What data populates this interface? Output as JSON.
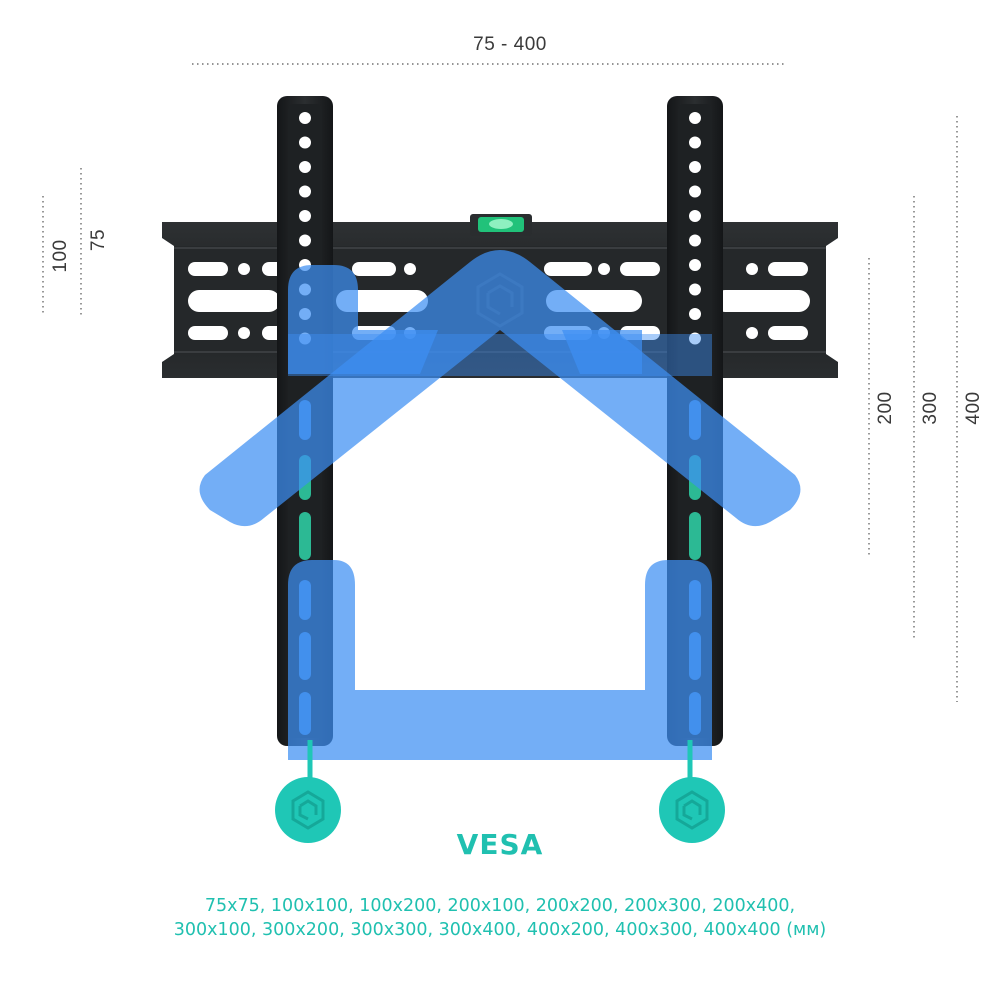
{
  "dimensions": {
    "top_width": "75 - 400",
    "left_inner": "75",
    "left_outer": "100",
    "right_a": "200",
    "right_b": "300",
    "right_c": "400"
  },
  "vesa": {
    "title": "VESA",
    "line1": "75x75, 100x100, 100x200, 200x100, 200x200, 200x300, 200x400,",
    "line2": "300x100, 300x200, 300x300, 300x400, 400x200, 400x300, 400x400 (мм)"
  },
  "colors": {
    "accent": "#1fc7b6",
    "blue_overlay": "#3d8ff2",
    "bracket": "#232628",
    "dim_text": "#3a3a3a",
    "vesa_text": "#20c0b0"
  },
  "icons": {
    "bracket": "tv-wall-mount-bracket-icon",
    "logo": "cube-logo-icon",
    "level": "bubble-level-icon"
  }
}
